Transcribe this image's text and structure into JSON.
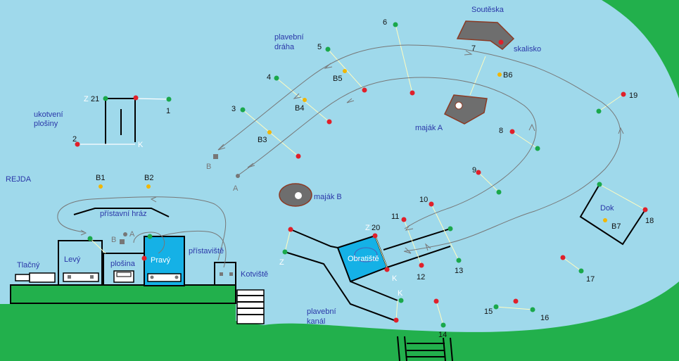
{
  "colors": {
    "water": "#9fd9eb",
    "land": "#22b04c",
    "red_buoy": "#e0202a",
    "green_buoy": "#1aa84b",
    "yellow_buoy": "#f2b600",
    "rock": "#6e6e6e",
    "blue_box": "#15b1e6",
    "label": "#2a37a8"
  },
  "labels": {
    "soutěska": "Soutěska",
    "skalisko": "skalisko",
    "plavebni_draha_1": "plavební",
    "plavebni_draha_2": "dráha",
    "ukotveni_1": "ukotvení",
    "ukotveni_2": "plošiny",
    "rejda": "REJDA",
    "pristavni_hraz": "přístavní hráz",
    "pristaviste": "přístaviště",
    "kotviste": "Kotviště",
    "tlacny": "Tlačný",
    "levy": "Levý",
    "plosina": "plošina",
    "pravy": "Pravý",
    "obratiste": "Obratiště",
    "majak_a": "maják A",
    "majak_b": "maják B",
    "dok": "Dok",
    "plavebni_kanal_1": "plavební",
    "plavebni_kanal_2": "kanál"
  },
  "markers": {
    "z": "Z",
    "k": "K",
    "a": "A",
    "b": "B"
  },
  "buoy_numbers": [
    "1",
    "2",
    "3",
    "4",
    "5",
    "6",
    "7",
    "8",
    "9",
    "10",
    "11",
    "12",
    "13",
    "14",
    "15",
    "16",
    "17",
    "18",
    "19",
    "20",
    "21"
  ],
  "yellow_buoys": [
    "B1",
    "B2",
    "B3",
    "B4",
    "B5",
    "B6",
    "B7"
  ]
}
